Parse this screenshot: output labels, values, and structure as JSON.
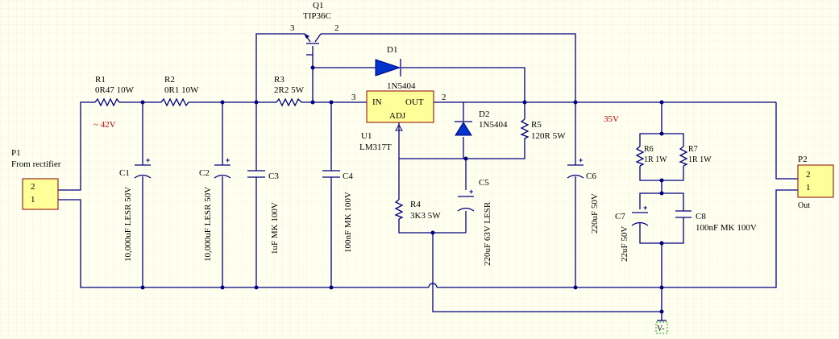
{
  "colors": {
    "background": "#fffff0",
    "wire": "#000080",
    "component_fill": "#ffff99",
    "diode_fill": "#0033cc",
    "annotation": "#cc0000",
    "grid": "#e8e8d8"
  },
  "q1": {
    "ref": "Q1",
    "value": "TIP36C",
    "pin3": "3",
    "pin2": "2"
  },
  "d1": {
    "ref": "D1",
    "value": "1N5404"
  },
  "d2": {
    "ref": "D2",
    "value": "1N5404"
  },
  "r1": {
    "ref": "R1",
    "value": "0R47 10W"
  },
  "r2": {
    "ref": "R2",
    "value": "0R1 10W"
  },
  "r3": {
    "ref": "R3",
    "value": "2R2 5W"
  },
  "r4": {
    "ref": "R4",
    "value": "3K3 5W"
  },
  "r5": {
    "ref": "R5",
    "value": "120R 5W"
  },
  "r6": {
    "ref": "R6",
    "value": "1R 1W"
  },
  "r7": {
    "ref": "R7",
    "value": "1R 1W"
  },
  "c1": {
    "ref": "C1",
    "value": "10,000uF LESR 50V"
  },
  "c2": {
    "ref": "C2",
    "value": "10,000uF LESR 50V"
  },
  "c3": {
    "ref": "C3",
    "value": "1uF MK 100V"
  },
  "c4": {
    "ref": "C4",
    "value": "100nF MK 100V"
  },
  "c5": {
    "ref": "C5",
    "value": "220uF 63V LESR"
  },
  "c6": {
    "ref": "C6",
    "value": "220uF 50V"
  },
  "c7": {
    "ref": "C7",
    "value": "22uF 50V"
  },
  "c8": {
    "ref": "C8",
    "value": "100nF MK 100V"
  },
  "u1": {
    "ref": "U1",
    "value": "LM317T",
    "pin_in": "IN",
    "pin_out": "OUT",
    "pin_adj": "ADJ",
    "pin3": "3",
    "pin2": "2"
  },
  "p1": {
    "ref": "P1",
    "value": "From rectifier",
    "pin2": "2",
    "pin1": "1"
  },
  "p2": {
    "ref": "P2",
    "value": "Out",
    "pin2": "2",
    "pin1": "1"
  },
  "annotations": {
    "input_voltage": "~ 42V",
    "output_voltage": "35V"
  },
  "ground": {
    "label": "V-"
  }
}
